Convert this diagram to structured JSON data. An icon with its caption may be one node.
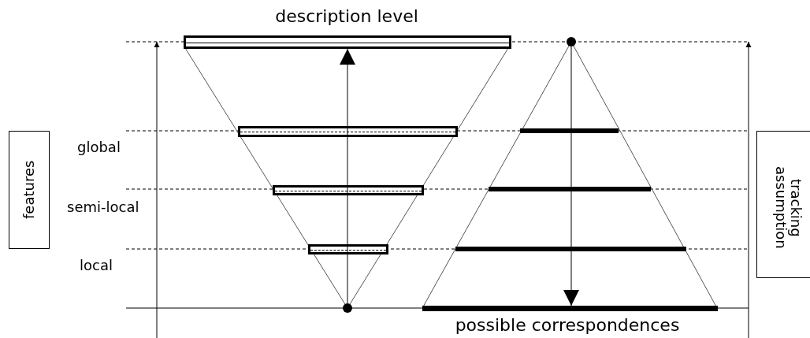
{
  "diagram": {
    "nodes": [
      {
        "text": [
          "features"
        ]
      },
      {
        "text": [
          "tracking assumption"
        ]
      },
      {
        "text": [],
        "shape": "bar"
      },
      {
        "text": [],
        "shape": "bar"
      },
      {
        "text": [],
        "shape": "bar"
      },
      {
        "text": [],
        "shape": "bar"
      },
      {
        "text": [],
        "shape": "circle"
      },
      {
        "text": [],
        "shape": "circle"
      },
      {
        "text": [],
        "shape": "bar"
      },
      {
        "text": [],
        "shape": "bar"
      },
      {
        "text": [],
        "shape": "bar"
      },
      {
        "text": [],
        "shape": "bar"
      }
    ],
    "edges": [
      {
        "from": 6,
        "to": 2,
        "arrow": "to"
      },
      {
        "from": 7,
        "to": 11,
        "arrow": "to"
      }
    ],
    "labels": [
      "description level",
      "global",
      "semi-local",
      "local",
      "possible correspondences"
    ]
  }
}
